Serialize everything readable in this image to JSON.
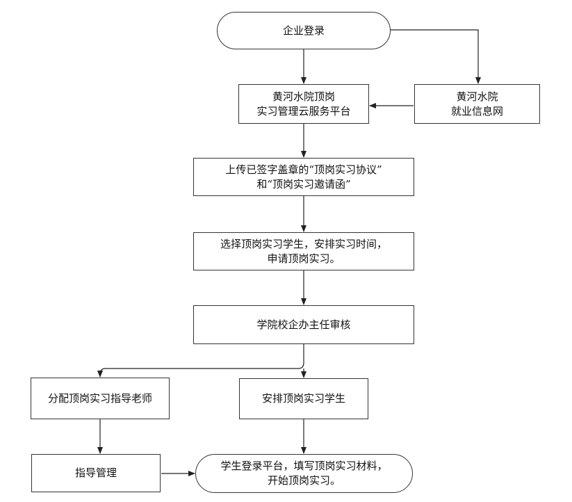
{
  "diagram": {
    "type": "flowchart",
    "nodes": {
      "login": {
        "lines": [
          "企业登录"
        ]
      },
      "platform": {
        "lines": [
          "黄河水院顶岗",
          "实习管理云服务平台"
        ]
      },
      "jobnet": {
        "lines": [
          "黄河水院",
          "就业信息网"
        ]
      },
      "upload": {
        "lines": [
          "上传已签字盖章的“顶岗实习协议”",
          "和“顶岗实习邀请函”"
        ]
      },
      "select": {
        "lines": [
          "选择顶岗实习学生，安排实习时间，",
          "申请顶岗实习。"
        ]
      },
      "review": {
        "lines": [
          "学院校企办主任审核"
        ]
      },
      "assign_teacher": {
        "lines": [
          "分配顶岗实习指导老师"
        ]
      },
      "arrange_students": {
        "lines": [
          "安排顶岗实习学生"
        ]
      },
      "guidance": {
        "lines": [
          "指导管理"
        ]
      },
      "student_login": {
        "lines": [
          "学生登录平台，填写顶岗实习材料，",
          "开始顶岗实习。"
        ]
      }
    },
    "edges": [
      {
        "from": "login",
        "to": "platform"
      },
      {
        "from": "login",
        "to": "jobnet"
      },
      {
        "from": "jobnet",
        "to": "platform"
      },
      {
        "from": "platform",
        "to": "upload"
      },
      {
        "from": "upload",
        "to": "select"
      },
      {
        "from": "select",
        "to": "review"
      },
      {
        "from": "review",
        "to": "assign_teacher"
      },
      {
        "from": "review",
        "to": "arrange_students"
      },
      {
        "from": "assign_teacher",
        "to": "guidance"
      },
      {
        "from": "arrange_students",
        "to": "student_login"
      },
      {
        "from": "guidance",
        "to": "student_login"
      }
    ]
  }
}
